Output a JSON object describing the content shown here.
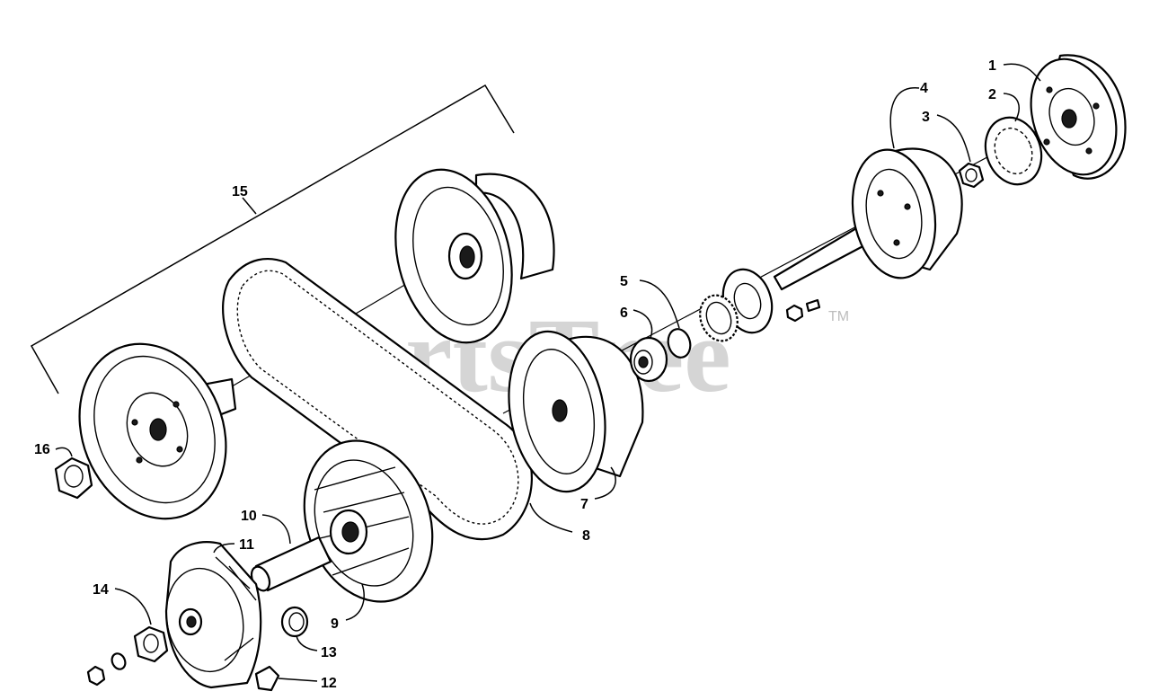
{
  "watermark": {
    "text": "PartsTree",
    "trademark": "TM"
  },
  "callouts": {
    "c1": "1",
    "c2": "2",
    "c3": "3",
    "c4": "4",
    "c5": "5",
    "c6": "6",
    "c7": "7",
    "c8": "8",
    "c9": "9",
    "c10": "10",
    "c11": "11",
    "c12": "12",
    "c13": "13",
    "c14": "14",
    "c15": "15",
    "c16": "16"
  }
}
